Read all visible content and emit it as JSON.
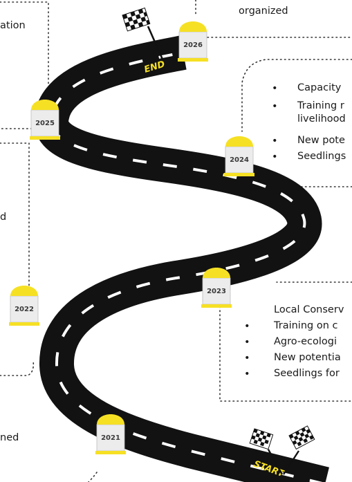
{
  "milestones": [
    {
      "year": "2021"
    },
    {
      "year": "2022"
    },
    {
      "year": "2023"
    },
    {
      "year": "2024"
    },
    {
      "year": "2025"
    },
    {
      "year": "2026"
    }
  ],
  "road_labels": {
    "start": "START",
    "end": "END"
  },
  "texts": {
    "top_organized": "organized",
    "left_ation": "ation",
    "left_d": "d",
    "left_ned": "ned"
  },
  "list_2024": [
    "Capacity",
    "Training r",
    "livelihood",
    "New pote",
    "Seedlings"
  ],
  "list_2023": [
    "Local Conserv",
    "Training on c",
    "Agro-ecologi",
    "New potentia",
    "Seedlings for"
  ],
  "bullet_char": "•",
  "colors": {
    "road": "#111111",
    "marker_cap": "#f6e024",
    "marker_body": "#eeeeee",
    "dots": "#333333"
  }
}
